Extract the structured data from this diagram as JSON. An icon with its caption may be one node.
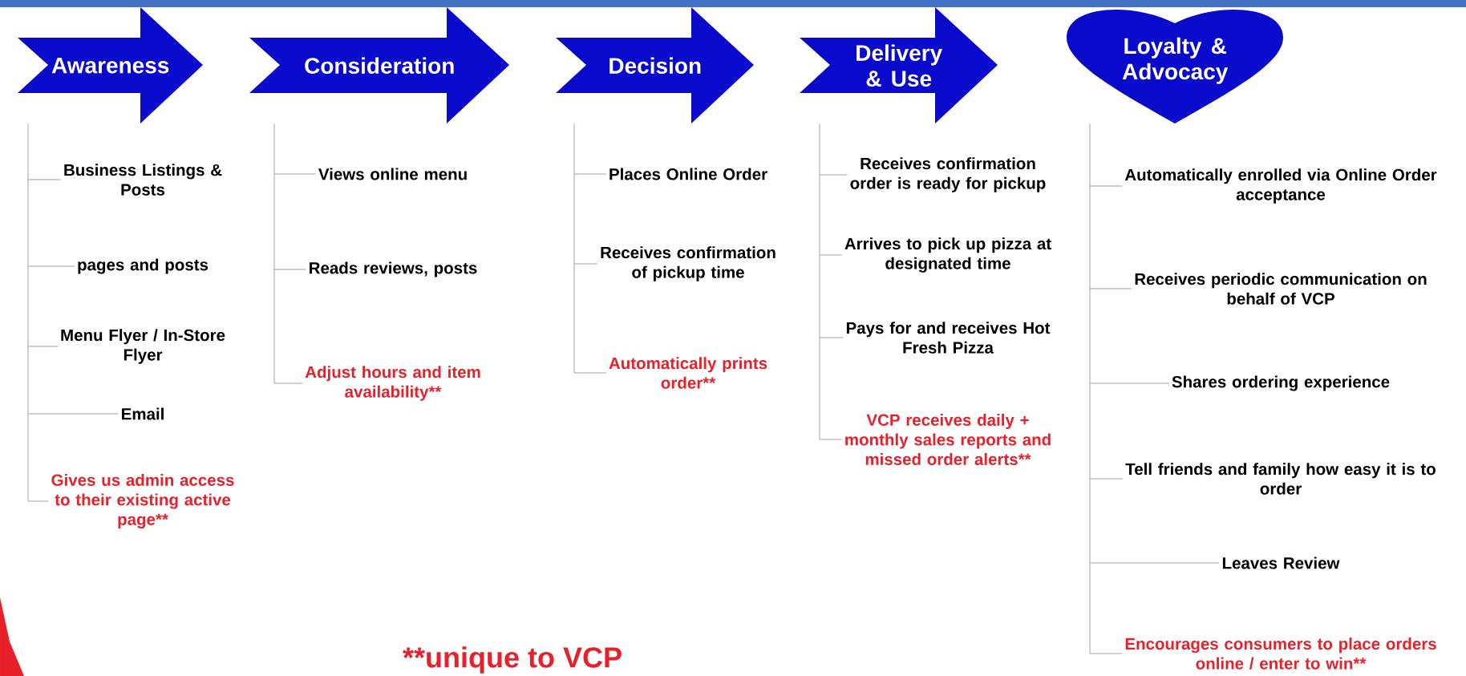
{
  "diagram": {
    "nodes": [
      {
        "text": [
          "Awareness"
        ]
      },
      {
        "text": [
          "Consideration"
        ]
      },
      {
        "text": [
          "Decision"
        ]
      },
      {
        "text": [
          "Delivery & Use"
        ]
      },
      {
        "text": [
          "Loyalty & Advocacy"
        ]
      },
      {
        "text": [
          "Business Listings & Posts"
        ]
      },
      {
        "text": [
          "pages and posts"
        ]
      },
      {
        "text": [
          "Menu Flyer / In-Store Flyer"
        ]
      },
      {
        "text": [
          "Email"
        ]
      },
      {
        "text": [
          "Gives us admin access to their existing active page**"
        ]
      },
      {
        "text": [
          "Views online menu"
        ]
      },
      {
        "text": [
          "Reads reviews, posts"
        ]
      },
      {
        "text": [
          "Adjust hours and item availability**"
        ]
      },
      {
        "text": [
          "Places Online Order"
        ]
      },
      {
        "text": [
          "Receives confirmation of pickup time"
        ]
      },
      {
        "text": [
          "Automatically prints order**"
        ]
      },
      {
        "text": [
          "Receives confirmation order is ready for pickup"
        ]
      },
      {
        "text": [
          "Arrives to pick up pizza at designated time"
        ]
      },
      {
        "text": [
          "Pays for and receives Hot Fresh Pizza"
        ]
      },
      {
        "text": [
          "VCP receives daily + monthly sales reports and missed order alerts**"
        ]
      },
      {
        "text": [
          "Automatically enrolled via Online Order acceptance"
        ]
      },
      {
        "text": [
          "Receives periodic communication on behalf of VCP"
        ]
      },
      {
        "text": [
          "Shares ordering experience"
        ]
      },
      {
        "text": [
          "Tell friends and family how easy it is to order"
        ]
      },
      {
        "text": [
          "Leaves Review"
        ]
      },
      {
        "text": [
          "Encourages consumers to place orders online / enter to win**"
        ]
      }
    ],
    "edges": [
      {
        "from": 0,
        "to": 5,
        "arrow": "none"
      },
      {
        "from": 0,
        "to": 6,
        "arrow": "none"
      },
      {
        "from": 0,
        "to": 7,
        "arrow": "none"
      },
      {
        "from": 0,
        "to": 8,
        "arrow": "none"
      },
      {
        "from": 0,
        "to": 9,
        "arrow": "none"
      },
      {
        "from": 1,
        "to": 10,
        "arrow": "none"
      },
      {
        "from": 1,
        "to": 11,
        "arrow": "none"
      },
      {
        "from": 1,
        "to": 12,
        "arrow": "none"
      },
      {
        "from": 2,
        "to": 13,
        "arrow": "none"
      },
      {
        "from": 2,
        "to": 14,
        "arrow": "none"
      },
      {
        "from": 2,
        "to": 15,
        "arrow": "none"
      },
      {
        "from": 3,
        "to": 16,
        "arrow": "none"
      },
      {
        "from": 3,
        "to": 17,
        "arrow": "none"
      },
      {
        "from": 3,
        "to": 18,
        "arrow": "none"
      },
      {
        "from": 3,
        "to": 19,
        "arrow": "none"
      },
      {
        "from": 4,
        "to": 20,
        "arrow": "none"
      },
      {
        "from": 4,
        "to": 21,
        "arrow": "none"
      },
      {
        "from": 4,
        "to": 22,
        "arrow": "none"
      },
      {
        "from": 4,
        "to": 23,
        "arrow": "none"
      },
      {
        "from": 4,
        "to": 24,
        "arrow": "none"
      },
      {
        "from": 4,
        "to": 25,
        "arrow": "none"
      }
    ],
    "labels": [
      "**unique to VCP"
    ]
  }
}
